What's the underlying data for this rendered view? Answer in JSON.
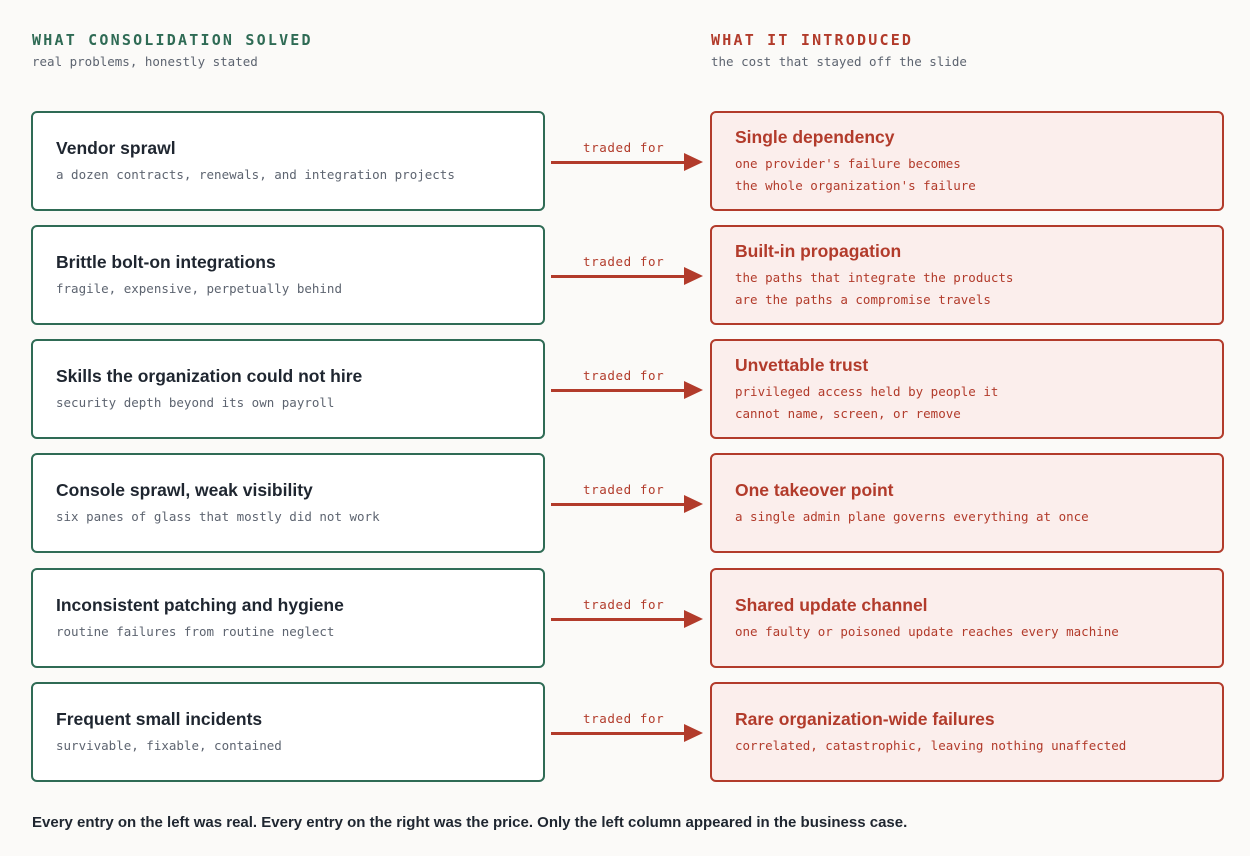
{
  "left_column": {
    "title": "WHAT CONSOLIDATION SOLVED",
    "subtitle": "real problems, honestly stated"
  },
  "right_column": {
    "title": "WHAT IT INTRODUCED",
    "subtitle": "the cost that stayed off the slide"
  },
  "connector_label": "traded for",
  "rows": [
    {
      "solved": {
        "name": "Vendor sprawl",
        "desc": "a dozen contracts, renewals, and integration projects"
      },
      "introduced": {
        "name": "Single dependency",
        "desc": "one provider's failure becomes\nthe whole organization's failure"
      }
    },
    {
      "solved": {
        "name": "Brittle bolt-on integrations",
        "desc": "fragile, expensive, perpetually behind"
      },
      "introduced": {
        "name": "Built-in propagation",
        "desc": "the paths that integrate the products\nare the paths a compromise travels"
      }
    },
    {
      "solved": {
        "name": "Skills the organization could not hire",
        "desc": "security depth beyond its own payroll"
      },
      "introduced": {
        "name": "Unvettable trust",
        "desc": "privileged access held by people it\ncannot name, screen, or remove"
      }
    },
    {
      "solved": {
        "name": "Console sprawl, weak visibility",
        "desc": "six panes of glass that mostly did not work"
      },
      "introduced": {
        "name": "One takeover point",
        "desc": "a single admin plane governs everything at once"
      }
    },
    {
      "solved": {
        "name": "Inconsistent patching and hygiene",
        "desc": "routine failures from routine neglect"
      },
      "introduced": {
        "name": "Shared update channel",
        "desc": "one faulty or poisoned update reaches every machine"
      }
    },
    {
      "solved": {
        "name": "Frequent small incidents",
        "desc": "survivable, fixable, contained"
      },
      "introduced": {
        "name": "Rare organization-wide failures",
        "desc": "correlated, catastrophic, leaving nothing unaffected"
      }
    }
  ],
  "footer": "Every entry on the left was real. Every entry on the right was the price. Only the left column appeared in the business case.",
  "colors": {
    "solved_accent": "#2f6b55",
    "introduced_accent": "#b23b2b",
    "introduced_fill": "#fbeeec",
    "background": "#fbfaf8"
  }
}
